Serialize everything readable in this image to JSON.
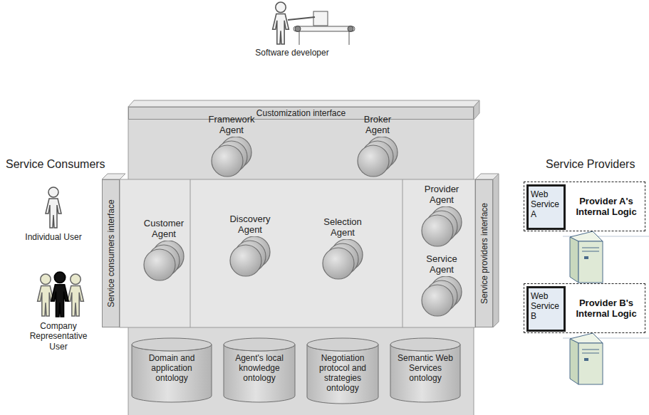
{
  "diagram": {
    "nodes": [
      {
        "text": [
          "Customization interface"
        ]
      },
      {
        "text": [
          "Framework Agent"
        ]
      },
      {
        "text": [
          "Broker Agent"
        ]
      },
      {
        "text": [
          "Service consumers interface"
        ]
      },
      {
        "text": [
          "Customer Agent"
        ]
      },
      {
        "text": [
          "Discovery Agent"
        ]
      },
      {
        "text": [
          "Selection Agent"
        ]
      },
      {
        "text": [
          "Provider Agent"
        ]
      },
      {
        "text": [
          "Service Agent"
        ]
      },
      {
        "text": [
          "Service providers interface"
        ]
      },
      {
        "text": [
          "Domain and application ontology"
        ]
      },
      {
        "text": [
          "Agent's local knowledge ontology"
        ]
      },
      {
        "text": [
          "Negotiation protocol and strategies ontology"
        ]
      },
      {
        "text": [
          "Semantic Web Services ontology"
        ]
      },
      {
        "text": [
          "Provider A's Internal Logic"
        ]
      },
      {
        "text": [
          "Web Service A"
        ],
        "in": 14
      },
      {
        "text": [
          "Provider B's Internal Logic"
        ]
      },
      {
        "text": [
          "Web Service B"
        ],
        "in": 16
      }
    ],
    "labels": [
      "Software developer",
      "Service Consumers",
      "Service Providers",
      "Individual User",
      "Company Representative User"
    ]
  }
}
